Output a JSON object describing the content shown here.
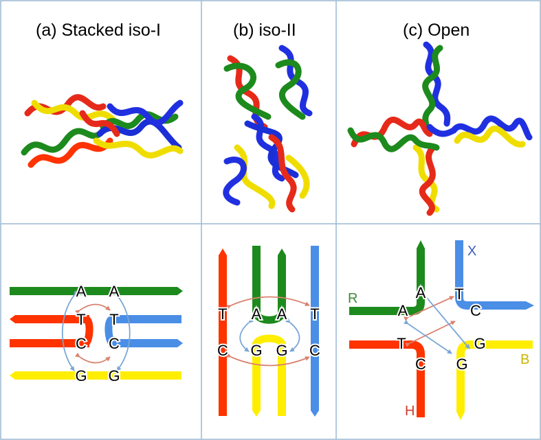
{
  "panels": {
    "a": {
      "title": "(a) Stacked iso-I",
      "bases": {
        "top_left": "A",
        "top_right": "A",
        "upper_left": "T",
        "upper_right": "T",
        "lower_left": "C",
        "lower_right": "C",
        "bottom_left": "G",
        "bottom_right": "G"
      }
    },
    "b": {
      "title": "(b) iso-II",
      "bases": {
        "t1": "T",
        "a1": "A",
        "a2": "A",
        "t2": "T",
        "c1": "C",
        "g1": "G",
        "g2": "G",
        "c2": "C"
      }
    },
    "c": {
      "title": "(c) Open",
      "bases": {
        "a_upper": "A",
        "a_lower": "A",
        "t_upper": "T",
        "c_right": "C",
        "t_lower": "T",
        "c_lower": "C",
        "g_right": "G",
        "g_lower": "G"
      },
      "strand_labels": {
        "x": "X",
        "r": "R",
        "b": "B",
        "h": "H"
      }
    }
  },
  "colors": {
    "green": "#1d8a1d",
    "red": "#ff3300",
    "blue": "#4a8ee6",
    "yellow": "#ffee00",
    "grid": "#9bb7d4",
    "arrow_red": "#d9826f",
    "arrow_blue": "#7aa6d6",
    "label_x": "#3d5fbf",
    "label_r": "#3a8a3a",
    "label_b": "#c8b400",
    "label_h": "#cc3a2a"
  }
}
